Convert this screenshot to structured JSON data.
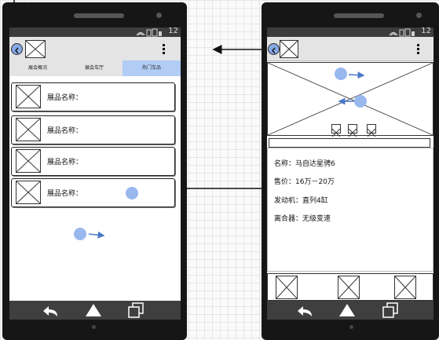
{
  "left_phone": {
    "status_text": "12",
    "tabs": [
      {
        "label": "展会概况"
      },
      {
        "label": "展会车厅"
      },
      {
        "label": "热门车品"
      }
    ],
    "list_items": [
      {
        "label": "展品名称："
      },
      {
        "label": "展品名称："
      },
      {
        "label": "展品名称："
      },
      {
        "label": "展品名称："
      }
    ]
  },
  "right_phone": {
    "status_text": "12",
    "details": [
      {
        "text": "名称：马自达星骋6"
      },
      {
        "text": "售价：16万－20万"
      },
      {
        "text": "发动机：直列4缸"
      },
      {
        "text": "离合器：无级变速"
      }
    ]
  },
  "icons": {
    "back": "back-icon",
    "menu": "more-vert-icon",
    "nav_back": "back-arrow-icon",
    "nav_home": "home-triangle-icon",
    "nav_recent": "recent-apps-icon"
  },
  "colors": {
    "active_tab": "#b1ccf5",
    "hotspot": "#98b8ee",
    "phone_body": "#161616"
  }
}
